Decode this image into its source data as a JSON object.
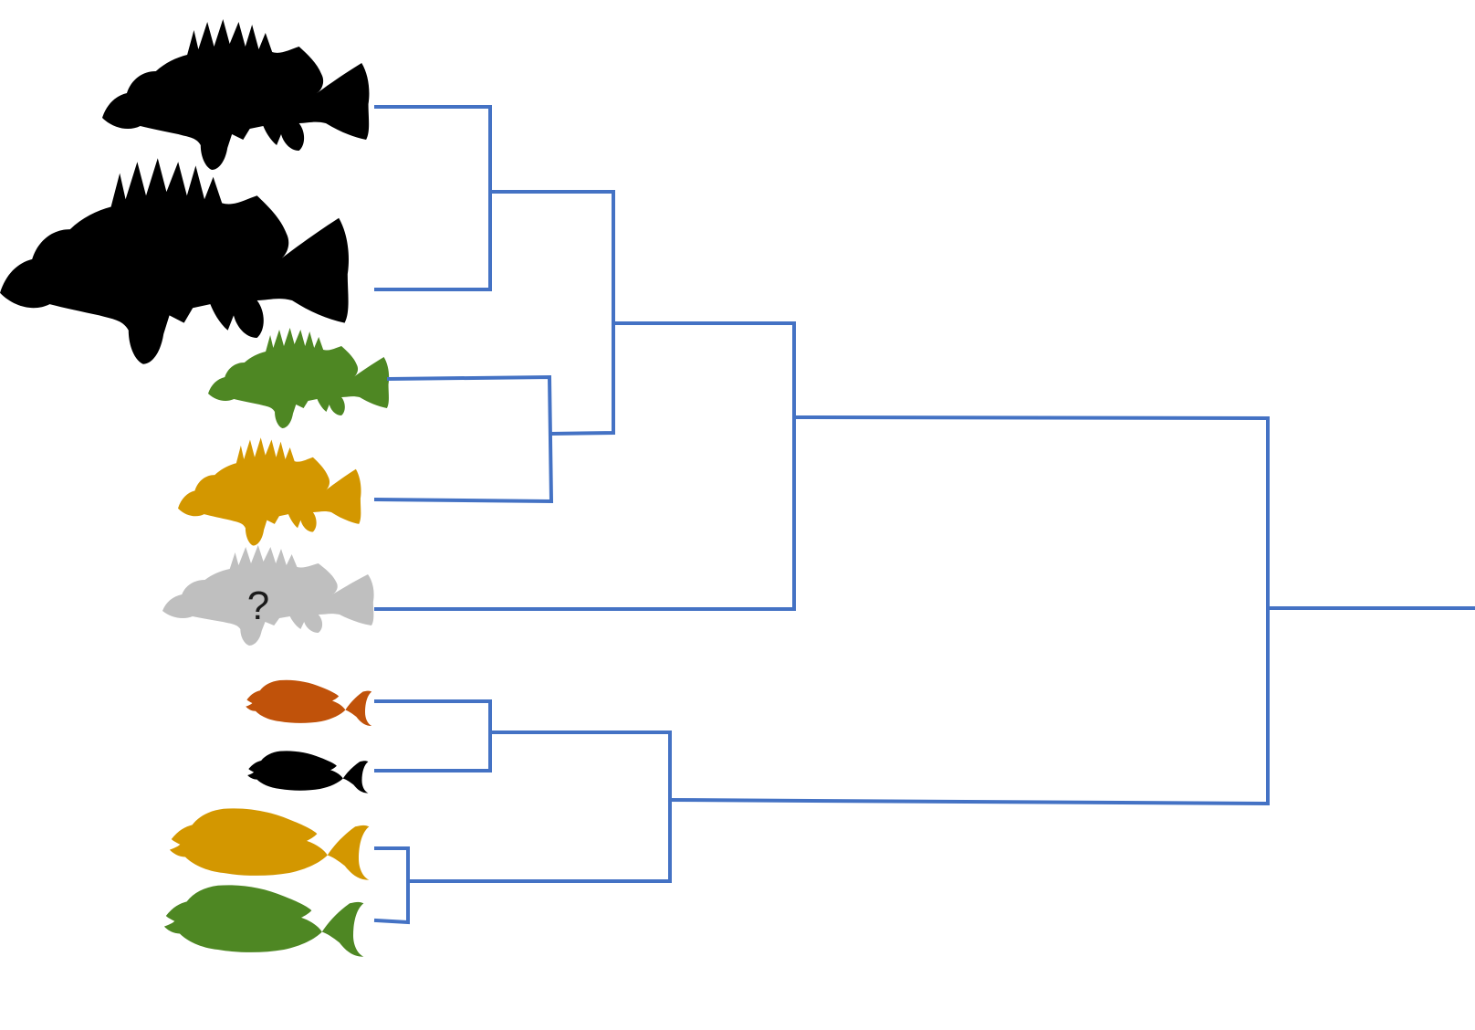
{
  "figure": {
    "type": "phylogenetic-tree",
    "branch_color": "#4472C4",
    "unknown_label": "?"
  },
  "tips": [
    {
      "id": "tip-1",
      "group": "spiny-fish",
      "color": "#000000"
    },
    {
      "id": "tip-2",
      "group": "spiny-fish",
      "color": "#000000"
    },
    {
      "id": "tip-3",
      "group": "spiny-fish",
      "color": "#4E8723"
    },
    {
      "id": "tip-4",
      "group": "spiny-fish",
      "color": "#D39700"
    },
    {
      "id": "tip-5",
      "group": "spiny-fish-unknown",
      "color": "#BFBFBF"
    },
    {
      "id": "tip-6",
      "group": "smooth-fish",
      "color": "#C0520A"
    },
    {
      "id": "tip-7",
      "group": "smooth-fish",
      "color": "#000000"
    },
    {
      "id": "tip-8",
      "group": "smooth-fish",
      "color": "#D39700"
    },
    {
      "id": "tip-9",
      "group": "smooth-fish",
      "color": "#4E8723"
    }
  ],
  "tree": {
    "clades": [
      [
        "tip-1",
        "tip-2"
      ],
      [
        "tip-3",
        "tip-4"
      ],
      [
        [
          "tip-1",
          "tip-2"
        ],
        [
          "tip-3",
          "tip-4"
        ]
      ],
      [
        [
          [
            "tip-1",
            "tip-2"
          ],
          [
            "tip-3",
            "tip-4"
          ]
        ],
        "tip-5"
      ],
      [
        "tip-6",
        "tip-7"
      ],
      [
        "tip-8",
        "tip-9"
      ],
      [
        [
          "tip-6",
          "tip-7"
        ],
        [
          "tip-8",
          "tip-9"
        ]
      ]
    ]
  }
}
